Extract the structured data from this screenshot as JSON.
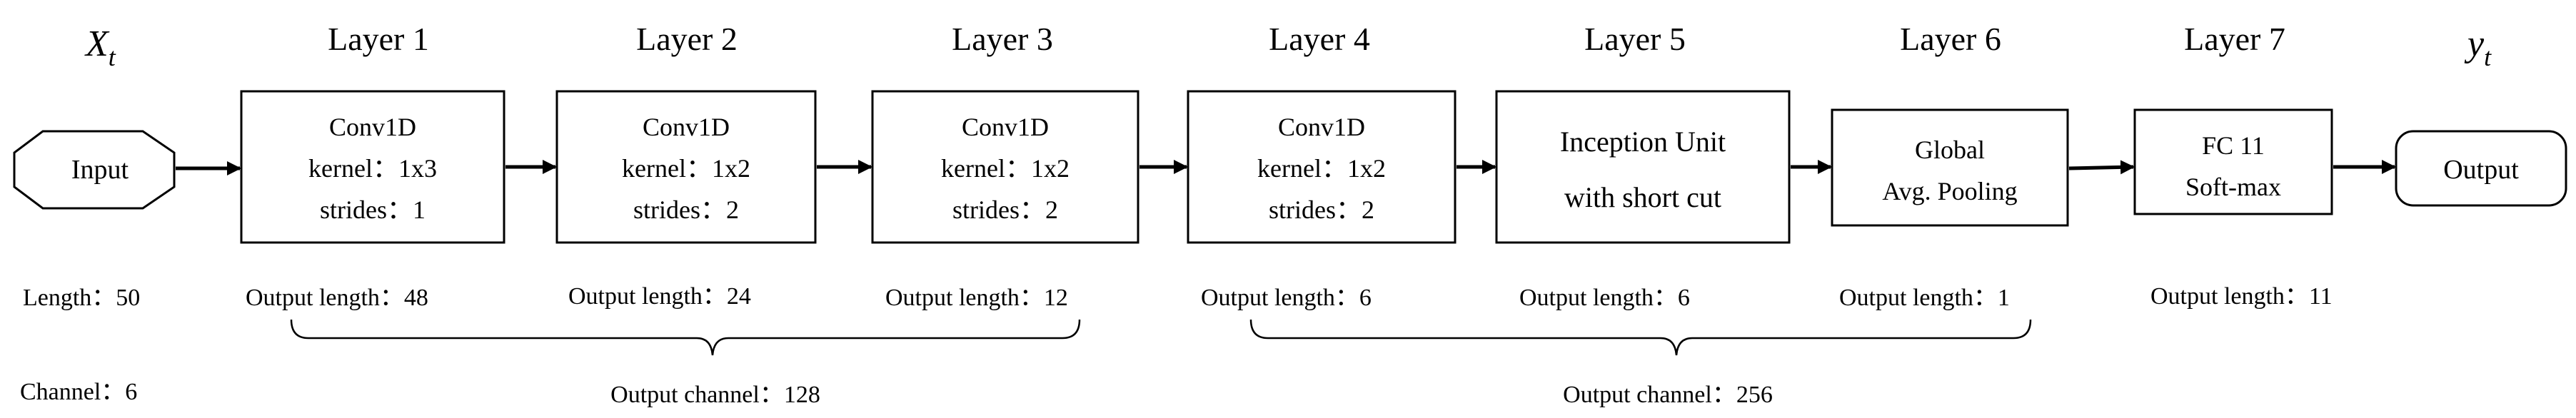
{
  "header": {
    "x_label": "X",
    "x_sub": "t",
    "y_label": "y",
    "y_sub": "t",
    "layers": [
      "Layer 1",
      "Layer 2",
      "Layer 3",
      "Layer 4",
      "Layer 5",
      "Layer 6",
      "Layer 7"
    ]
  },
  "nodes": {
    "input": "Input",
    "output": "Output",
    "l1": [
      "Conv1D",
      "kernel：1x3",
      "strides：1"
    ],
    "l2": [
      "Conv1D",
      "kernel：1x2",
      "strides：2"
    ],
    "l3": [
      "Conv1D",
      "kernel：1x2",
      "strides：2"
    ],
    "l4": [
      "Conv1D",
      "kernel：1x2",
      "strides：2"
    ],
    "l5": [
      "Inception Unit",
      "with short cut"
    ],
    "l6": [
      "Global",
      "Avg. Pooling"
    ],
    "l7": [
      "FC 11",
      "Soft-max"
    ]
  },
  "info": {
    "input_length": "Length：50",
    "input_channel": "Channel：6",
    "out_lengths": [
      "Output length：48",
      "Output length：24",
      "Output length：12",
      "Output length：6",
      "Output length：6",
      "Output length：1",
      "Output length：11"
    ],
    "channel_group1": "Output channel：128",
    "channel_group2": "Output channel：256"
  }
}
